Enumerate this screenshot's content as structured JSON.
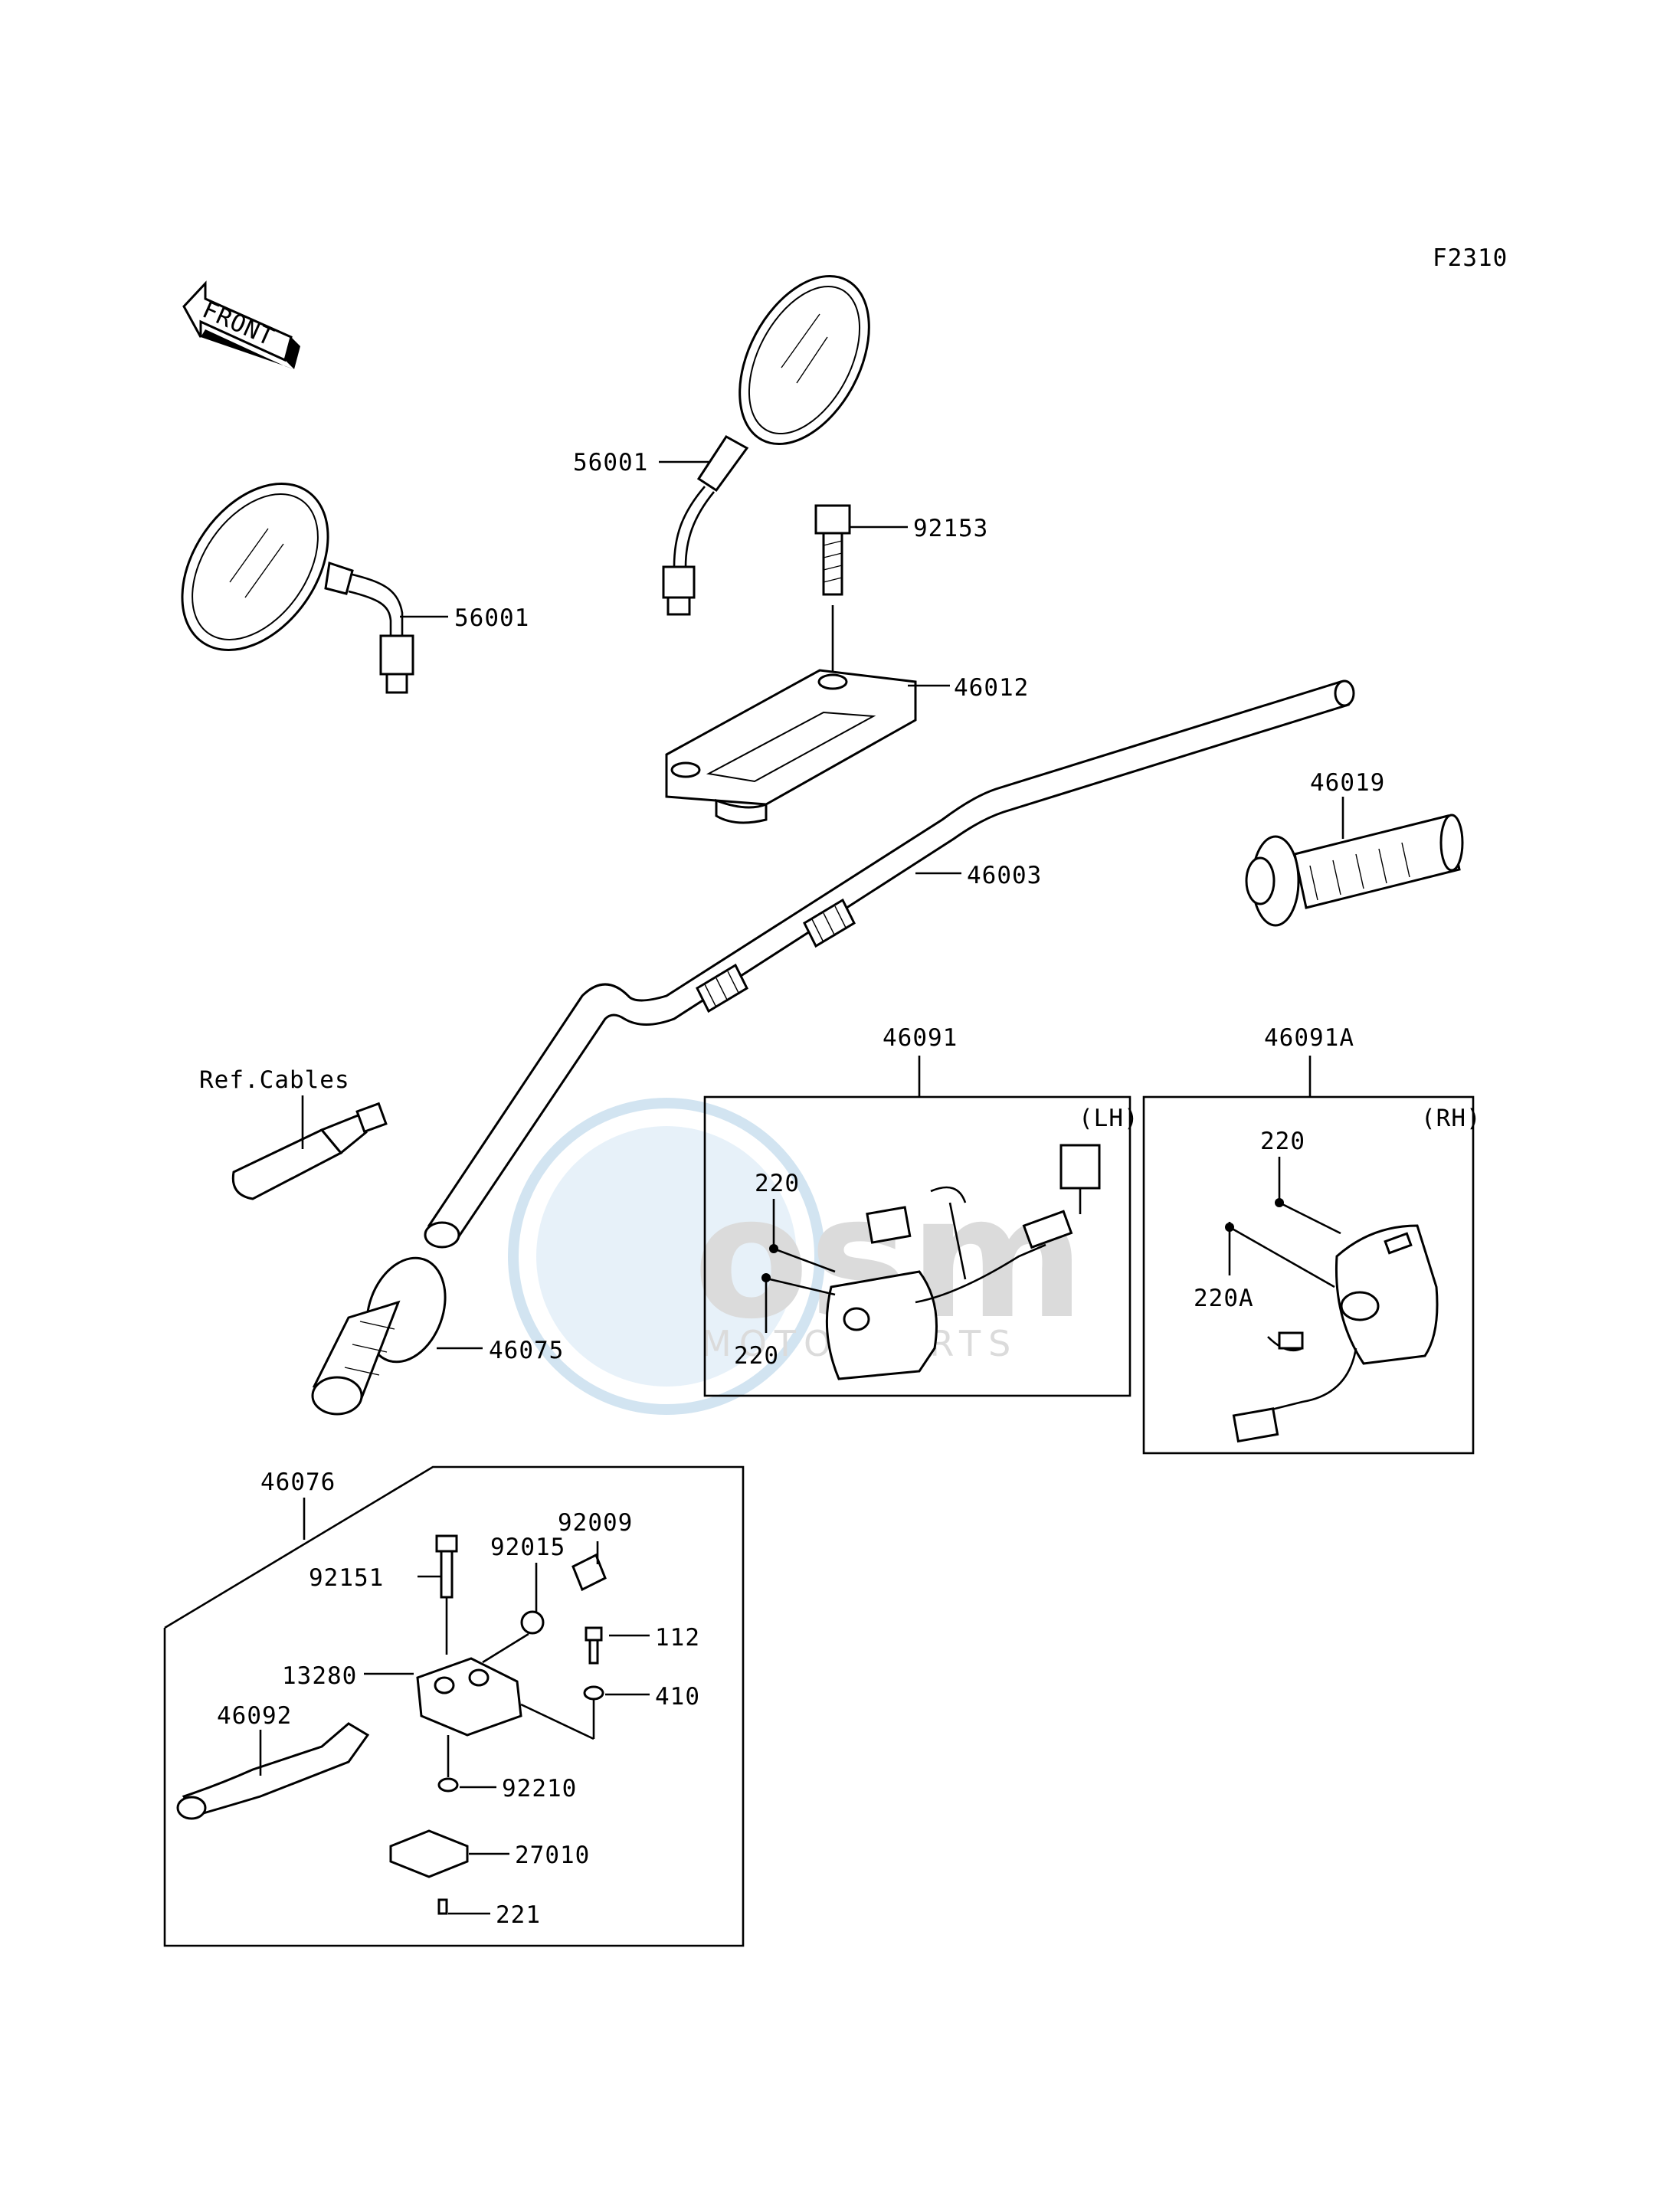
{
  "figure_code": "F2310",
  "front_label": "FRONT",
  "ref_cables_label": "Ref.Cables",
  "parts": {
    "mirror_right": "56001",
    "mirror_left": "56001",
    "bolt_holder": "92153",
    "holder_upper": "46012",
    "handlebar": "46003",
    "throttle_grip": "46019",
    "grip_left": "46075",
    "switch_lh": "46091",
    "switch_rh": "46091A",
    "lever_assembly": "46076",
    "bolt_lever": "92151",
    "nut_92015": "92015",
    "screw_92009": "92009",
    "bolt_112": "112",
    "holder_lever": "13280",
    "washer_410": "410",
    "lever": "46092",
    "nut_92210": "92210",
    "switch_27010": "27010",
    "screw_221": "221"
  },
  "lh_box": {
    "tag": "(LH)",
    "screw_top": "220",
    "screw_bottom": "220"
  },
  "rh_box": {
    "tag": "(RH)",
    "screw_top": "220",
    "screw_long": "220A"
  },
  "watermark": {
    "brand": "osm",
    "sub": "MOTORPARTS"
  }
}
